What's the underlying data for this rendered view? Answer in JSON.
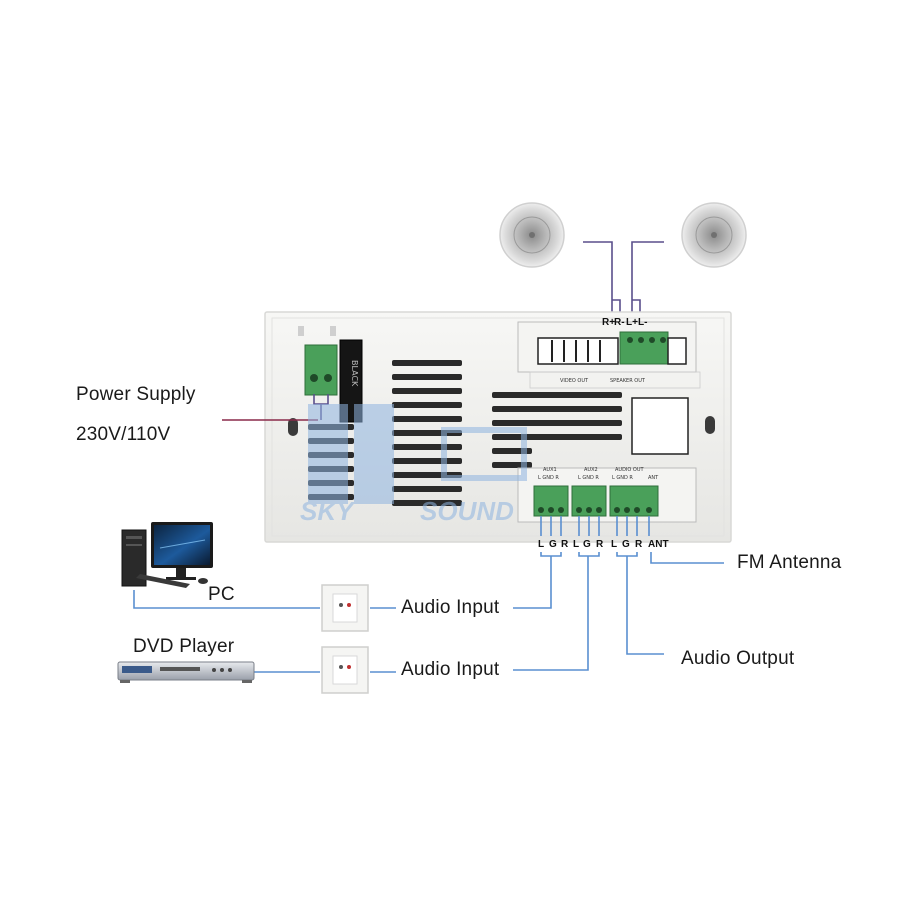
{
  "labels": {
    "power_supply": "Power Supply",
    "voltage": "230V/110V",
    "pc": "PC",
    "dvd_player": "DVD Player",
    "audio_input_1": "Audio Input",
    "audio_input_2": "Audio Input",
    "fm_antenna": "FM Antenna",
    "audio_output": "Audio Output"
  },
  "speaker_pins": [
    "R+",
    "R-",
    "L+",
    "L-"
  ],
  "bottom_pins": [
    "L",
    "G",
    "R",
    "L",
    "G",
    "R",
    "L",
    "G",
    "R",
    "ANT"
  ],
  "block_labels": [
    "AUX1",
    "AUX2",
    "AUDIO OUT"
  ],
  "block_sublabels": [
    "L GND R",
    "L GND R",
    "L GND R",
    "ANT"
  ],
  "top_strip": [
    "VIDEO OUT",
    "SPEAKER OUT"
  ],
  "power_block_mark": "BLACK",
  "watermark": [
    "SKY",
    "SOUND"
  ],
  "colors": {
    "wire_blue": "#5a8fd0",
    "wire_purple": "#5a4f8c",
    "wire_maroon": "#8a2a4a",
    "terminal_green": "#4aa05a",
    "panel_face": "#f2f2f0",
    "watermark": "#8fb4e0"
  }
}
